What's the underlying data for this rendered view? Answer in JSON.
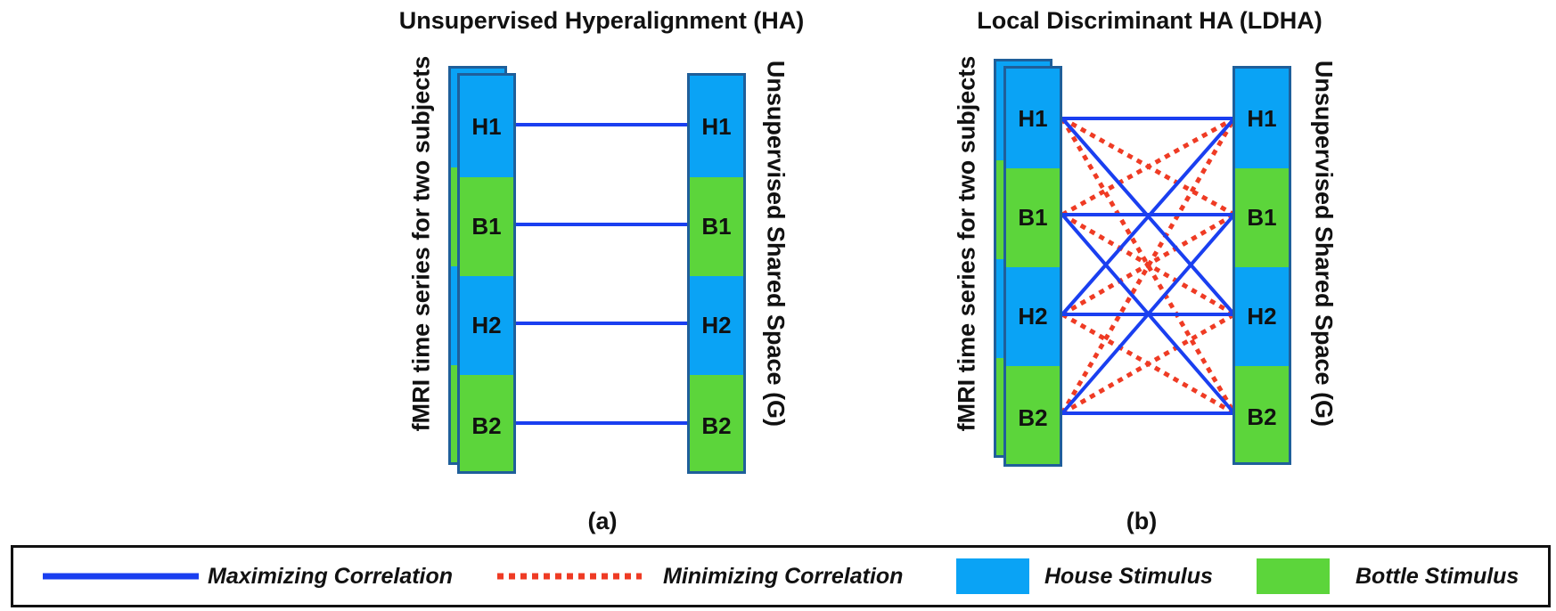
{
  "panel_a": {
    "title": "Unsupervised Hyperalignment (HA)",
    "left_label": "fMRI time series for two subjects",
    "right_label": "Unsupervised Shared Space (G)",
    "caption": "(a)",
    "segments": [
      "H1",
      "B1",
      "H2",
      "B2"
    ]
  },
  "panel_b": {
    "title": "Local Discriminant HA (LDHA)",
    "left_label": "fMRI time series for two subjects",
    "right_label": "Unsupervised Shared Space (G)",
    "caption": "(b)",
    "segments": [
      "H1",
      "B1",
      "H2",
      "B2"
    ]
  },
  "legend": {
    "max_corr": "Maximizing Correlation",
    "min_corr": "Minimizing Correlation",
    "house": "House Stimulus",
    "bottle": "Bottle Stimulus"
  },
  "colors": {
    "house": "#0aa3f5",
    "bottle": "#5cd53b",
    "max_line": "#1a3ff0",
    "min_line": "#ef3b24"
  }
}
